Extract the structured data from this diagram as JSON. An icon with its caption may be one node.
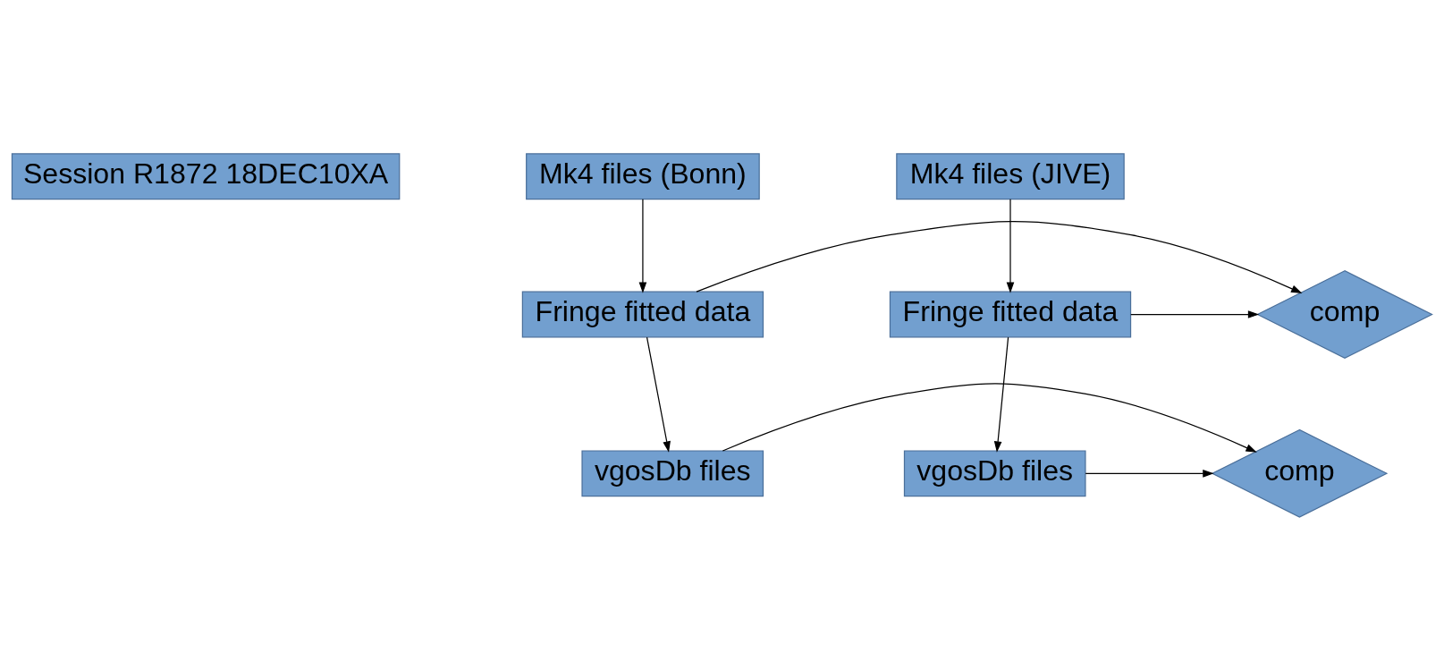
{
  "diagram": {
    "nodes": [
      {
        "text": [
          "Session R1872 18DEC10XA"
        ]
      },
      {
        "text": [
          "Mk4 files (Bonn)"
        ]
      },
      {
        "text": [
          "Mk4 files (JIVE)"
        ]
      },
      {
        "text": [
          "Fringe fitted data"
        ]
      },
      {
        "text": [
          "comp"
        ]
      },
      {
        "text": [
          "Fringe fitted data"
        ]
      },
      {
        "text": [
          "vgosDb files"
        ]
      },
      {
        "text": [
          "comp"
        ]
      },
      {
        "text": [
          "vgosDb files"
        ]
      }
    ],
    "edges": [
      {
        "from": 1,
        "to": 3,
        "arrow": "to"
      },
      {
        "from": 2,
        "to": 5,
        "arrow": "to"
      },
      {
        "from": 3,
        "to": 4,
        "arrow": "to"
      },
      {
        "from": 5,
        "to": 4,
        "arrow": "to"
      },
      {
        "from": 3,
        "to": 6,
        "arrow": "to"
      },
      {
        "from": 5,
        "to": 8,
        "arrow": "to"
      },
      {
        "from": 6,
        "to": 7,
        "arrow": "to"
      },
      {
        "from": 8,
        "to": 7,
        "arrow": "to"
      }
    ]
  }
}
